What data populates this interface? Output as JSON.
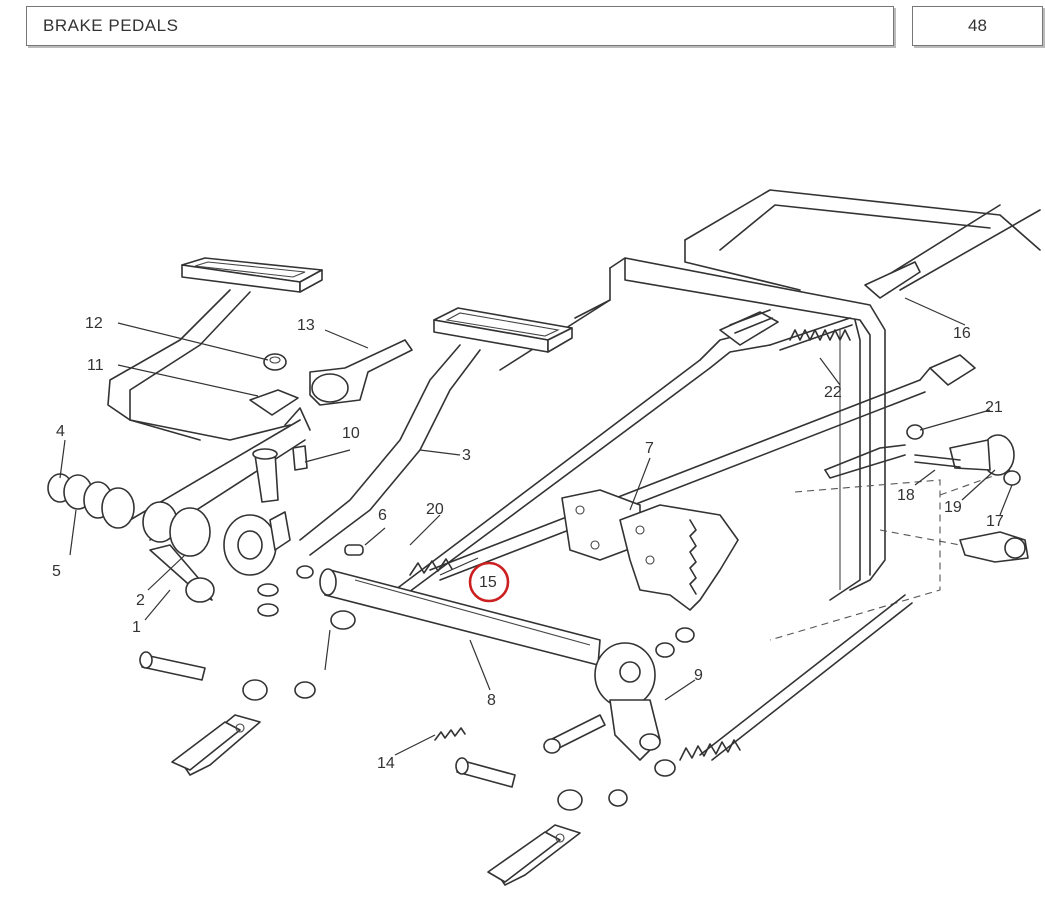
{
  "header": {
    "title": "BRAKE PEDALS",
    "page": "48"
  },
  "callouts": [
    {
      "id": "1",
      "text": "1"
    },
    {
      "id": "2",
      "text": "2"
    },
    {
      "id": "3",
      "text": "3"
    },
    {
      "id": "4",
      "text": "4"
    },
    {
      "id": "5",
      "text": "5"
    },
    {
      "id": "6",
      "text": "6"
    },
    {
      "id": "7",
      "text": "7"
    },
    {
      "id": "8",
      "text": "8"
    },
    {
      "id": "9",
      "text": "9"
    },
    {
      "id": "10",
      "text": "10"
    },
    {
      "id": "11",
      "text": "11"
    },
    {
      "id": "12",
      "text": "12"
    },
    {
      "id": "13",
      "text": "13"
    },
    {
      "id": "14",
      "text": "14"
    },
    {
      "id": "15",
      "text": "15"
    },
    {
      "id": "16",
      "text": "16"
    },
    {
      "id": "17",
      "text": "17"
    },
    {
      "id": "18",
      "text": "18"
    },
    {
      "id": "19",
      "text": "19"
    },
    {
      "id": "20",
      "text": "20"
    },
    {
      "id": "21",
      "text": "21"
    },
    {
      "id": "22",
      "text": "22"
    }
  ],
  "highlight": {
    "callout": "15",
    "color": "#cc1f1f"
  }
}
